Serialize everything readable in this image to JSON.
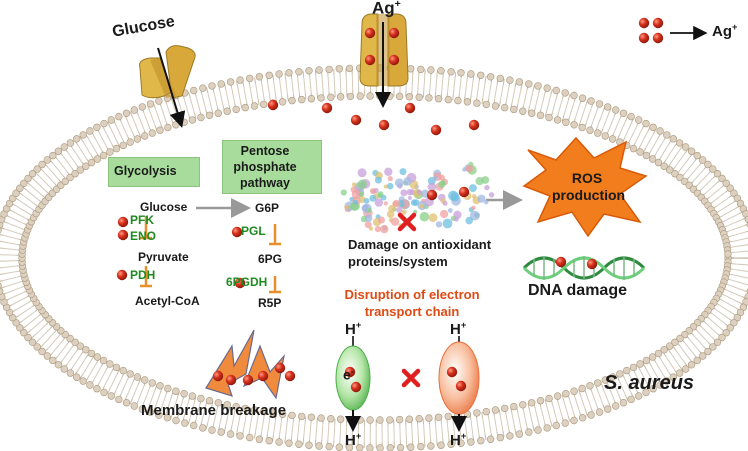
{
  "legend": {
    "arrow_label": "Ag",
    "superscript": "+"
  },
  "inputs": {
    "glucose": "Glucose",
    "silver": "Ag",
    "silver_superscript": "+"
  },
  "pathways": {
    "glycolysis": {
      "label": "Glycolysis",
      "metabolites": [
        "Glucose",
        "Pyruvate",
        "Acetyl-CoA"
      ],
      "enzymes": [
        "PFK",
        "ENO",
        "PDH"
      ]
    },
    "pentose_phosphate": {
      "label_lines": [
        "Pentose",
        "phosphate",
        "pathway"
      ],
      "metabolites": [
        "G6P",
        "6PG",
        "R5P"
      ],
      "enzymes": [
        "PGL",
        "6PGDH"
      ]
    }
  },
  "effects": {
    "antioxidant_damage": [
      "Damage on antioxidant",
      "proteins/system"
    ],
    "ros": [
      "ROS",
      "production"
    ],
    "dna_damage": "DNA damage",
    "etc_disruption": [
      "Disruption of electron",
      "transport chain"
    ],
    "membrane_breakage": "Membrane breakage"
  },
  "transport": {
    "proton": "H",
    "proton_superscript": "+",
    "electron": "e",
    "electron_superscript": "-"
  },
  "organism": "S. aureus",
  "colors": {
    "ion": "#d6321e",
    "membrane_head": "#ddd0be",
    "channel": "#e0b84a",
    "pathway_box": "#a8dc9c",
    "enzyme_text": "#1f8a1f",
    "inhibition": "#e8902c",
    "ros_burst": "#f27d1c",
    "etc_text": "#e04a14",
    "complex_green": "#5cbf5a",
    "complex_orange": "#f08a5a",
    "cross": "#e02020"
  }
}
